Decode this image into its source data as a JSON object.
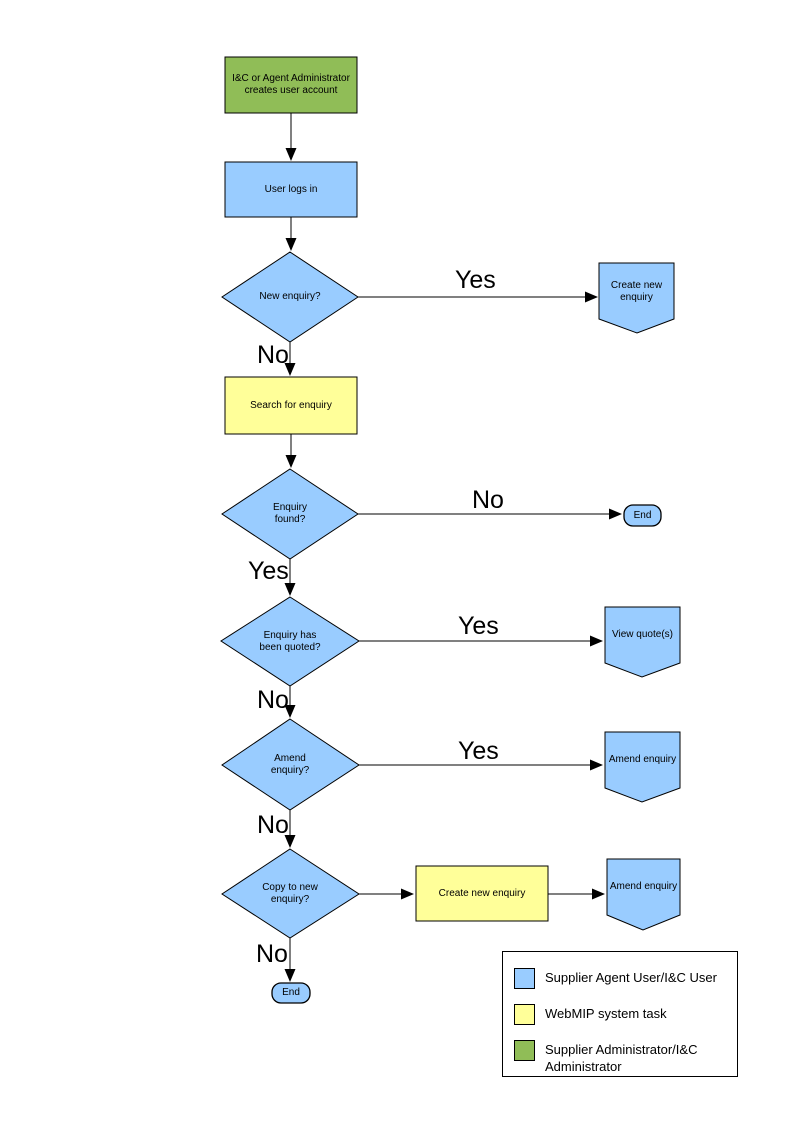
{
  "colors": {
    "user_task": "#99CCFF",
    "system_task": "#FFFF99",
    "admin_task": "#90BD57"
  },
  "nodes": {
    "create_account": "I&C or Agent Administrator\ncreates user account",
    "user_logs_in": "User logs in",
    "new_enquiry_q": "New enquiry?",
    "create_new_enquiry_connector": "Create new\nenquiry",
    "search_for_enquiry": "Search for enquiry",
    "enquiry_found_q": "Enquiry\nfound?",
    "end_top": "End",
    "enquiry_quoted_q": "Enquiry has\nbeen quoted?",
    "view_quotes_connector": "View quote(s)",
    "amend_enquiry_q": "Amend\nenquiry?",
    "amend_enquiry_connector_1": "Amend enquiry",
    "copy_to_new_q": "Copy to new\nenquiry?",
    "create_new_enquiry_task": "Create new enquiry",
    "amend_enquiry_connector_2": "Amend enquiry",
    "end_bottom": "End"
  },
  "edge_labels": {
    "new_enquiry_yes": "Yes",
    "new_enquiry_no": "No",
    "enquiry_found_no": "No",
    "enquiry_found_yes": "Yes",
    "enquiry_quoted_yes": "Yes",
    "enquiry_quoted_no": "No",
    "amend_enquiry_yes": "Yes",
    "amend_enquiry_no": "No",
    "copy_to_new_no": "No"
  },
  "legend": {
    "items": [
      {
        "label": "Supplier Agent User/I&C User",
        "color": "#99CCFF"
      },
      {
        "label": "WebMIP system task",
        "color": "#FFFF99"
      },
      {
        "label": "Supplier Administrator/I&C\nAdministrator",
        "color": "#90BD57"
      }
    ]
  }
}
